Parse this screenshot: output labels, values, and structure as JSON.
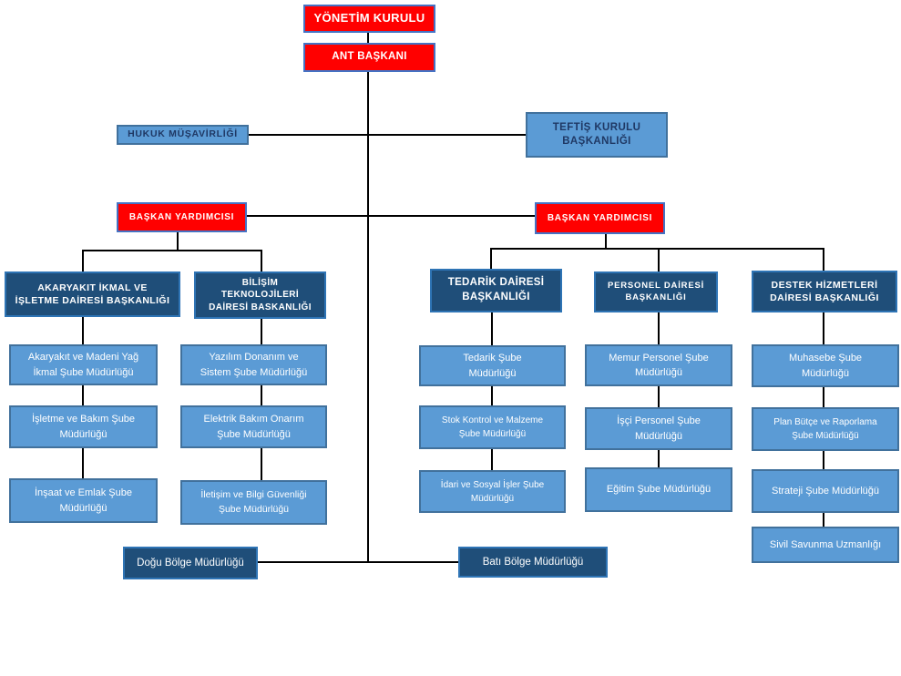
{
  "diagram": {
    "type": "org-chart",
    "organization": "ANT",
    "colors": {
      "executive_red": "#FF0000",
      "red_border": "#4472C4",
      "department_navy": "#1F4E79",
      "navy_border": "#2E74B5",
      "unit_blue": "#5B9BD5",
      "unit_blue_border": "#41719C",
      "staff_text_navy": "#1F3864",
      "connector": "#000000"
    },
    "nodes": {
      "yonetim_kurulu": {
        "lines": [
          "YÖNETİM KURULU"
        ]
      },
      "ant_baskani": {
        "lines": [
          "ANT BAŞKANI"
        ]
      },
      "hukuk": {
        "lines": [
          "HUKUK MÜŞAVİRLİĞİ"
        ]
      },
      "teftis": {
        "lines": [
          "TEFTİŞ KURULU",
          "BAŞKANLIĞI"
        ]
      },
      "baskan_yardimcisi_sol": {
        "lines": [
          "BAŞKAN YARDIMCISI"
        ]
      },
      "baskan_yardimcisi_sag": {
        "lines": [
          "BAŞKAN YARDIMCISI"
        ]
      },
      "akaryakit_hq": {
        "lines": [
          "AKARYAKIT İKMAL VE",
          "İŞLETME DAİRESİ BAŞKANLIĞI"
        ]
      },
      "bilisim_hq": {
        "lines": [
          "BİLİŞİM",
          "TEKNOLOJİLERİ",
          "DAİRESİ BASKANLIĞI"
        ]
      },
      "tedarik_hq": {
        "lines": [
          "TEDARİK DAİRESİ",
          "BAŞKANLIĞI"
        ]
      },
      "personel_hq": {
        "lines": [
          "PERSONEL DAİRESİ",
          "BAŞKANLIĞI"
        ]
      },
      "destek_hq": {
        "lines": [
          "DESTEK HİZMETLERİ",
          "DAİRESİ BAŞKANLIĞI"
        ]
      },
      "a1": {
        "lines": [
          "Akaryakıt ve Madeni Yağ",
          "İkmal Şube Müdürlüğü"
        ]
      },
      "a2": {
        "lines": [
          "İşletme ve Bakım Şube",
          "Müdürlüğü"
        ]
      },
      "a3": {
        "lines": [
          "İnşaat ve Emlak Şube",
          "Müdürlüğü"
        ]
      },
      "b1": {
        "lines": [
          "Yazılım Donanım ve",
          "Sistem Şube Müdürlüğü"
        ]
      },
      "b2": {
        "lines": [
          "Elektrik Bakım Onarım",
          "Şube Müdürlüğü"
        ]
      },
      "b3": {
        "lines": [
          "İletişim ve Bilgi Güvenliği",
          "Şube Müdürlüğü"
        ]
      },
      "c1": {
        "lines": [
          "Tedarik Şube",
          "Müdürlüğü"
        ]
      },
      "c2": {
        "lines": [
          "Stok Kontrol ve Malzeme",
          "Şube Müdürlüğü"
        ]
      },
      "c3": {
        "lines": [
          "İdari ve Sosyal İşler Şube",
          "Müdürlüğü"
        ]
      },
      "d1": {
        "lines": [
          "Memur Personel Şube",
          "Müdürlüğü"
        ]
      },
      "d2": {
        "lines": [
          "İşçi Personel Şube",
          "Müdürlüğü"
        ]
      },
      "d3": {
        "lines": [
          "Eğitim Şube Müdürlüğü"
        ]
      },
      "e1": {
        "lines": [
          "Muhasebe Şube",
          "Müdürlüğü"
        ]
      },
      "e2": {
        "lines": [
          "Plan Bütçe ve Raporlama",
          "Şube Müdürlüğü"
        ]
      },
      "e3": {
        "lines": [
          "Strateji Şube Müdürlüğü"
        ]
      },
      "e4": {
        "lines": [
          "Sivil Savunma Uzmanlığı"
        ]
      },
      "dogu": {
        "lines": [
          "Doğu Bölge Müdürlüğü"
        ]
      },
      "bati": {
        "lines": [
          "Batı Bölge Müdürlüğü"
        ]
      }
    },
    "edges": [
      [
        "yonetim_kurulu",
        "ant_baskani"
      ],
      [
        "ant_baskani",
        "hukuk"
      ],
      [
        "ant_baskani",
        "teftis"
      ],
      [
        "ant_baskani",
        "baskan_yardimcisi_sol"
      ],
      [
        "ant_baskani",
        "baskan_yardimcisi_sag"
      ],
      [
        "ant_baskani",
        "dogu"
      ],
      [
        "ant_baskani",
        "bati"
      ],
      [
        "baskan_yardimcisi_sol",
        "akaryakit_hq"
      ],
      [
        "baskan_yardimcisi_sol",
        "bilisim_hq"
      ],
      [
        "baskan_yardimcisi_sag",
        "tedarik_hq"
      ],
      [
        "baskan_yardimcisi_sag",
        "personel_hq"
      ],
      [
        "baskan_yardimcisi_sag",
        "destek_hq"
      ],
      [
        "akaryakit_hq",
        "a1"
      ],
      [
        "a1",
        "a2"
      ],
      [
        "a2",
        "a3"
      ],
      [
        "bilisim_hq",
        "b1"
      ],
      [
        "b1",
        "b2"
      ],
      [
        "b2",
        "b3"
      ],
      [
        "tedarik_hq",
        "c1"
      ],
      [
        "c1",
        "c2"
      ],
      [
        "c2",
        "c3"
      ],
      [
        "personel_hq",
        "d1"
      ],
      [
        "d1",
        "d2"
      ],
      [
        "d2",
        "d3"
      ],
      [
        "destek_hq",
        "e1"
      ],
      [
        "e1",
        "e2"
      ],
      [
        "e2",
        "e3"
      ],
      [
        "e3",
        "e4"
      ]
    ]
  }
}
